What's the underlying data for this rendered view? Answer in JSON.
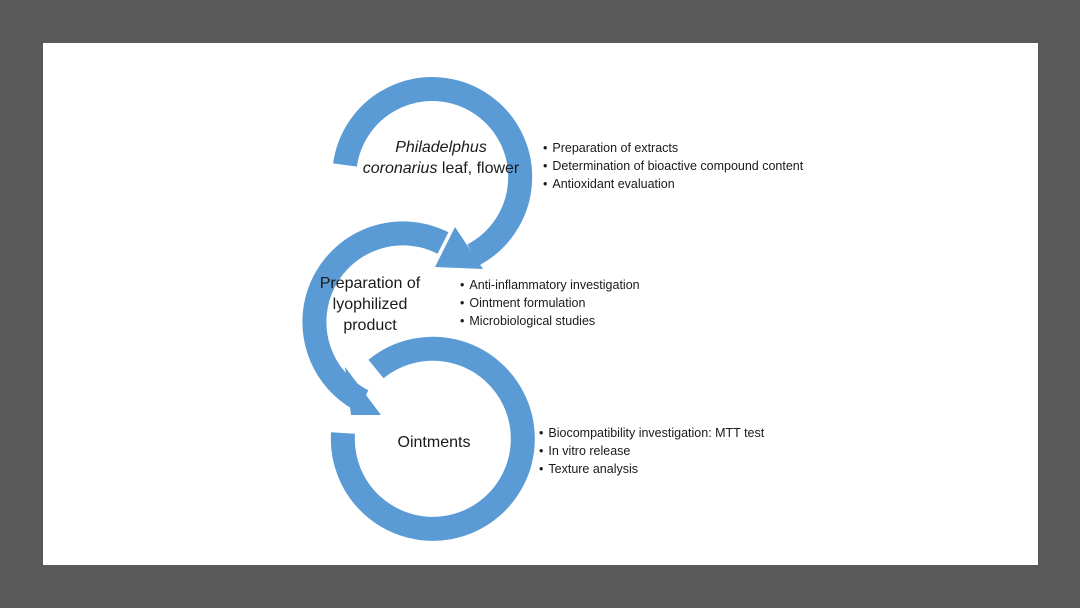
{
  "diagram": {
    "colors": {
      "ring": "#5b9bd5",
      "background": "#595959",
      "slide": "#ffffff"
    },
    "stages": [
      {
        "label_italic": "Philadelphus coronarius",
        "label_rest": " leaf, flower",
        "bullets": [
          "Preparation of extracts",
          "Determination of bioactive compound content",
          "Antioxidant evaluation"
        ]
      },
      {
        "label": "Preparation of lyophilized product",
        "bullets": [
          "Anti-inflammatory investigation",
          "Ointment formulation",
          "Microbiological studies"
        ]
      },
      {
        "label": "Ointments",
        "bullets": [
          "Biocompatibility investigation: MTT test",
          "In vitro release",
          "Texture analysis"
        ]
      }
    ]
  }
}
